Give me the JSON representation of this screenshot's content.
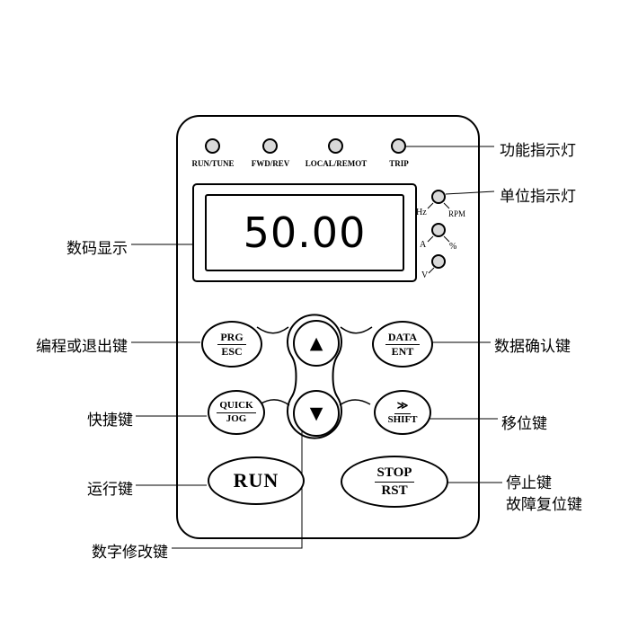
{
  "device": {
    "status_leds": [
      {
        "label": "RUN/TUNE"
      },
      {
        "label": "FWD/REV"
      },
      {
        "label": "LOCAL/REMOT"
      },
      {
        "label": "TRIP"
      }
    ],
    "display": {
      "value": "50.00"
    },
    "unit_leds": {
      "hz": "Hz",
      "rpm": "RPM",
      "a": "A",
      "percent": "%",
      "v": "V"
    },
    "keys": {
      "prg": {
        "top": "PRG",
        "bottom": "ESC"
      },
      "data": {
        "top": "DATA",
        "bottom": "ENT"
      },
      "quick": {
        "top": "QUICK",
        "bottom": "JOG"
      },
      "shift": {
        "top": "≫",
        "bottom": "SHIFT"
      },
      "up": "▲",
      "down": "▼",
      "run": "RUN",
      "stop": {
        "top": "STOP",
        "bottom": "RST"
      }
    }
  },
  "callouts": {
    "function_leds": "功能指示灯",
    "unit_leds": "单位指示灯",
    "display": "数码显示",
    "prg": "编程或退出键",
    "data": "数据确认键",
    "quick": "快捷键",
    "shift": "移位键",
    "run": "运行键",
    "stop": "停止键",
    "fault_reset": "故障复位键",
    "digits": "数字修改键"
  },
  "colors": {
    "line": "#000000",
    "led_fill": "#d9d9d9",
    "background": "#ffffff"
  }
}
